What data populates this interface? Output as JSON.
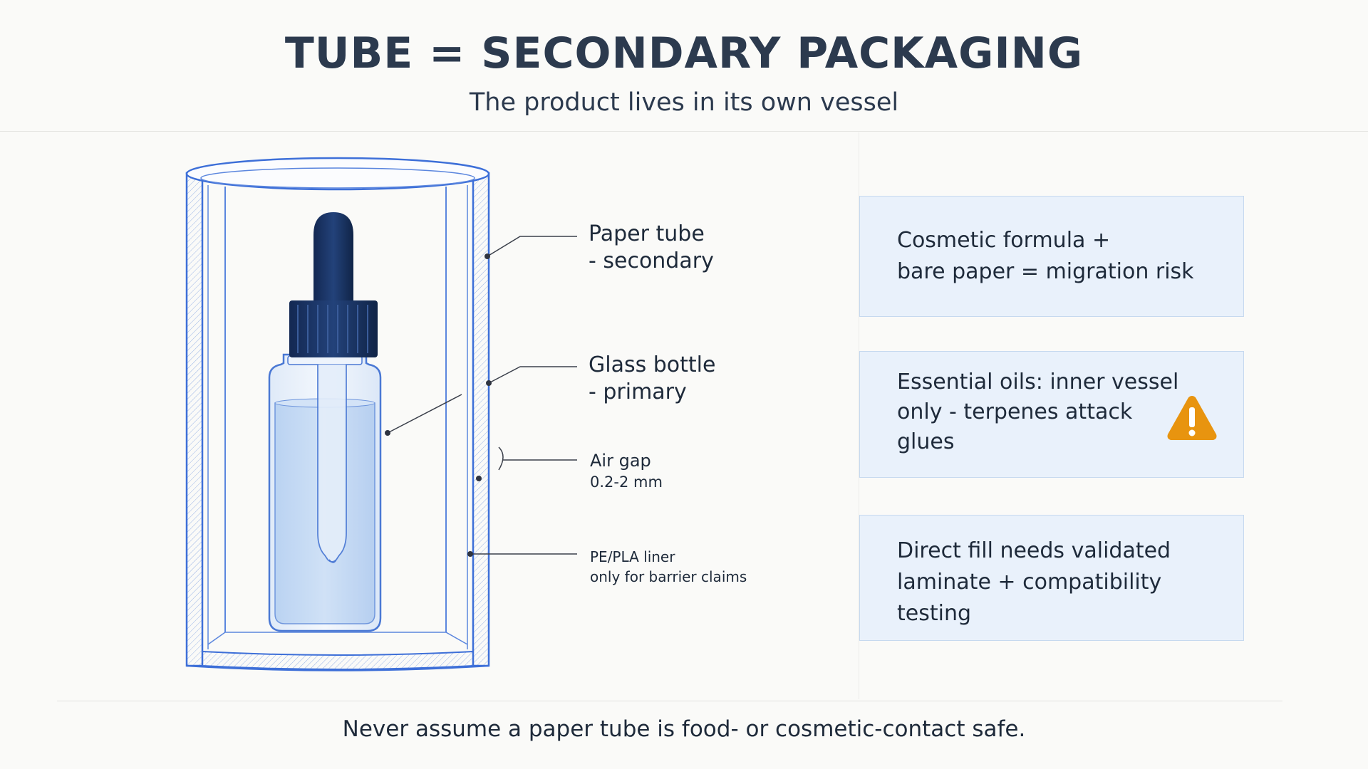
{
  "header": {
    "title": "TUBE = SECONDARY PACKAGING",
    "subtitle": "The product lives in its own vessel"
  },
  "callouts": {
    "paper_tube": {
      "line1": "Paper tube",
      "line2": "- secondary"
    },
    "glass_bottle": {
      "line1": "Glass bottle",
      "line2": "- primary"
    },
    "air_gap": {
      "line1": "Air gap",
      "line2": "0.2-2 mm"
    },
    "liner": {
      "line1": "PE/PLA liner",
      "line2": "only for barrier claims"
    }
  },
  "cards": [
    {
      "lines": [
        "Cosmetic formula +",
        "bare paper = migration risk"
      ]
    },
    {
      "lines": [
        "Essential oils: inner vessel",
        "only - terpenes attack",
        "glues"
      ],
      "icon": "warning-icon"
    },
    {
      "lines": [
        "Direct fill needs validated",
        "laminate + compatibility",
        "testing"
      ]
    }
  ],
  "colors": {
    "tube_outline": "#3d6fd8",
    "liquid": "#bcd5f3",
    "dropper_cap": "#1b3463",
    "card_bg": "#e9f1fb",
    "warning": "#e8940f"
  },
  "footer": {
    "note": "Never assume a paper tube is food- or cosmetic-contact safe."
  }
}
